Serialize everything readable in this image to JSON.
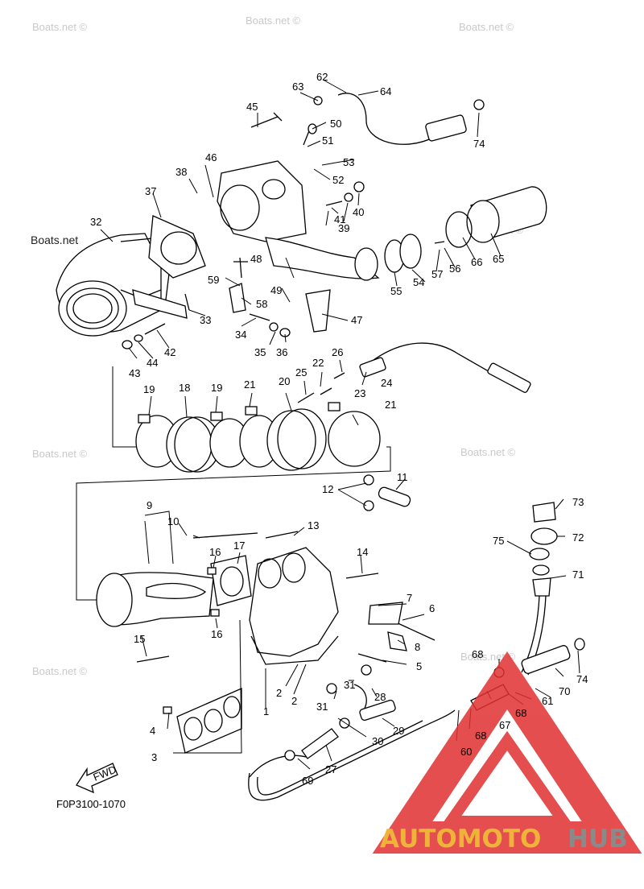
{
  "watermarks": {
    "site": "Boats.net ©",
    "site_large": "Boats.net"
  },
  "diagram_code": "F0P3100-1070",
  "fwd_label": "FWD",
  "brand": {
    "part1": "AUTOMOTO",
    "part2": "HUB",
    "color_orange": "#f0b33a",
    "color_gray": "#8a8a8a",
    "color_triangle": "#e03030"
  },
  "callouts": [
    "1",
    "2",
    "2",
    "3",
    "4",
    "5",
    "6",
    "7",
    "8",
    "9",
    "10",
    "11",
    "12",
    "13",
    "14",
    "15",
    "16",
    "16",
    "17",
    "18",
    "19",
    "19",
    "20",
    "21",
    "21",
    "22",
    "23",
    "24",
    "25",
    "26",
    "27",
    "28",
    "29",
    "30",
    "31",
    "31",
    "32",
    "33",
    "34",
    "35",
    "36",
    "37",
    "38",
    "39",
    "40",
    "41",
    "42",
    "43",
    "44",
    "45",
    "46",
    "47",
    "48",
    "49",
    "50",
    "51",
    "52",
    "53",
    "54",
    "55",
    "56",
    "57",
    "58",
    "59",
    "60",
    "61",
    "62",
    "63",
    "64",
    "65",
    "66",
    "67",
    "68",
    "68",
    "68",
    "69",
    "70",
    "71",
    "72",
    "73",
    "74",
    "74",
    "75"
  ]
}
